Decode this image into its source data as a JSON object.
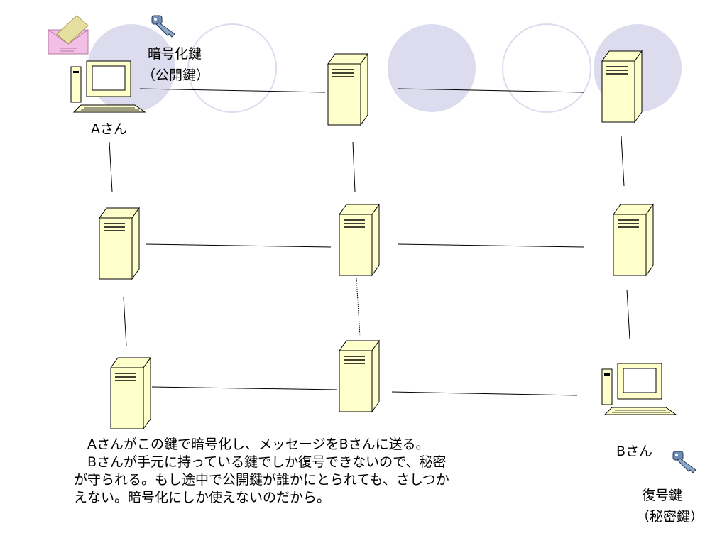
{
  "labels": {
    "user_a": "Aさん",
    "user_b": "Bさん",
    "encrypt_key_line1": "暗号化鍵",
    "encrypt_key_line2": "（公開鍵）",
    "decrypt_key_line1": "復号鍵",
    "decrypt_key_line2": "（秘密鍵）"
  },
  "explanation": {
    "line1": "　Aさんがこの鍵で暗号化し、メッセージをBさんに送る。",
    "line2": "　Bさんが手元に持っている鍵でしか復号できないので、秘密",
    "line3": "が守られる。もし途中で公開鍵が誰かにとられても、さしつか",
    "line4": "えない。暗号化にしか使えないのだから。"
  },
  "colors": {
    "circle_fill": "#dcdcee",
    "circle_stroke": "#dcdcee",
    "device_fill": "#ffffcc",
    "envelope": "#f3bfe6",
    "letter": "#e6e0a0",
    "key": "#6f8fb8"
  }
}
